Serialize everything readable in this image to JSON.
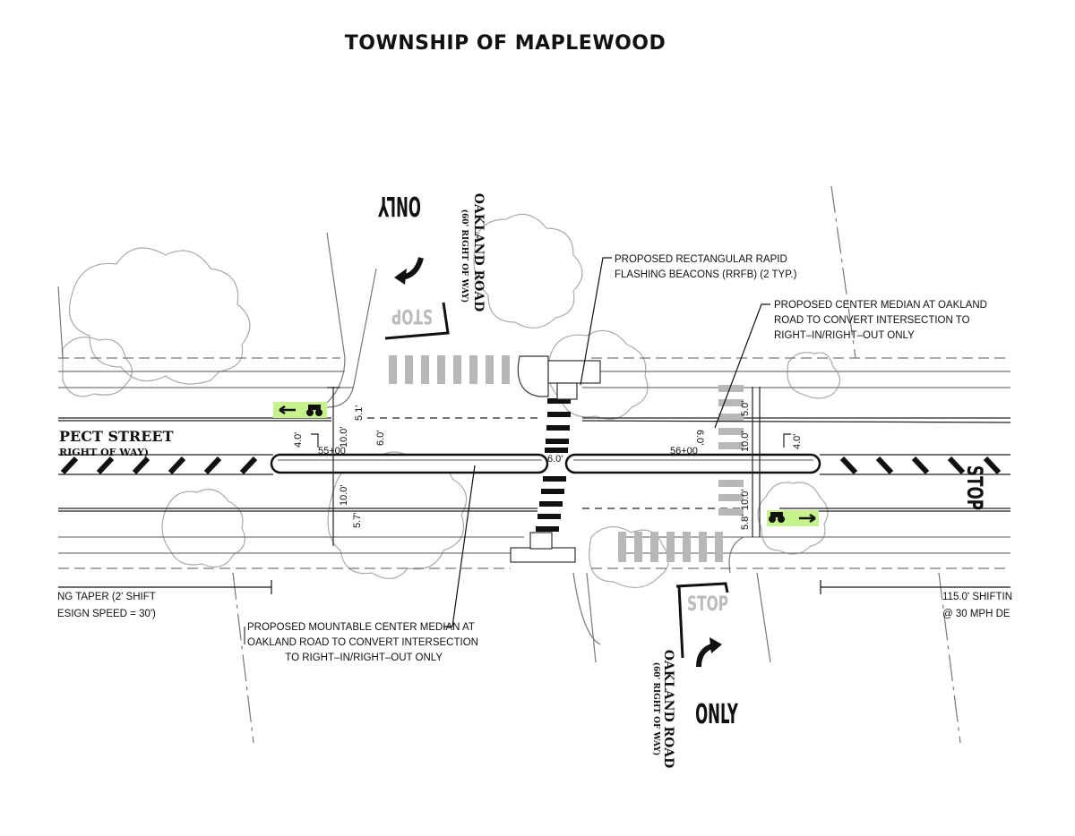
{
  "title": "TOWNSHIP OF MAPLEWOOD",
  "street_name": "PECT STREET",
  "street_row": "RIGHT OF WAY)",
  "oakland_north": {
    "name": "OAKLAND ROAD",
    "row": "(60' RIGHT OF WAY)",
    "marking": "ONLY",
    "stop": "STOP"
  },
  "oakland_south": {
    "name": "OAKLAND ROAD",
    "row": "(60' RIGHT OF WAY)",
    "marking": "ONLY",
    "stop": "STOP"
  },
  "east_stop": "STOP",
  "notes": {
    "rrfb": [
      "PROPOSED RECTANGULAR RAPID",
      "FLASHING BEACONS (RRFB) (2 TYP.)"
    ],
    "median_east": [
      "PROPOSED CENTER MEDIAN AT OAKLAND",
      "ROAD TO CONVERT INTERSECTION TO",
      "RIGHT–IN/RIGHT–OUT ONLY"
    ],
    "median_west": [
      "PROPOSED MOUNTABLE CENTER MEDIAN AT",
      "OAKLAND ROAD TO CONVERT INTERSECTION",
      "TO RIGHT–IN/RIGHT–OUT ONLY"
    ],
    "taper_west": [
      "NG TAPER (2' SHIFT",
      "ESIGN SPEED = 30')"
    ],
    "taper_east": [
      "115.0' SHIFTIN",
      "@ 30 MPH DE"
    ]
  },
  "stations": {
    "west": "55+00",
    "east": "56+00"
  },
  "dims": {
    "d51": "5.1'",
    "d60a": "6.0'",
    "d40a": "4.0'",
    "d100a": "10.0'",
    "d100b": "10.0'",
    "d57": "5.7'",
    "d60mid": "6.0'",
    "d50": "5.0'",
    "d100c": "10.0'",
    "d60b": "6.0'",
    "d40b": "4.0'",
    "d100d": "10.0'",
    "d58": "5.8'"
  },
  "colors": {
    "bike_green": "#c6f28c",
    "crosswalk": "#b7b7b7",
    "tree": "#aaaaaa"
  }
}
